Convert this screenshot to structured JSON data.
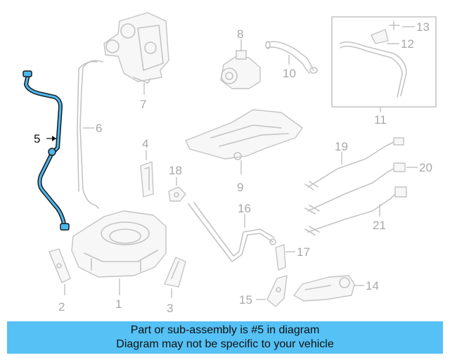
{
  "diagram": {
    "highlighted_part": "5",
    "callouts": [
      "1",
      "2",
      "3",
      "4",
      "5",
      "6",
      "7",
      "8",
      "9",
      "10",
      "11",
      "12",
      "13",
      "14",
      "15",
      "16",
      "17",
      "18",
      "19",
      "20",
      "21"
    ],
    "colors": {
      "highlight": "#4ab8f0",
      "parts": "#c4c4c4",
      "banner": "#55c1f5"
    }
  },
  "banner": {
    "line1": "Part or sub-assembly is #5 in diagram",
    "line2": "Diagram may not be specific to your vehicle"
  }
}
